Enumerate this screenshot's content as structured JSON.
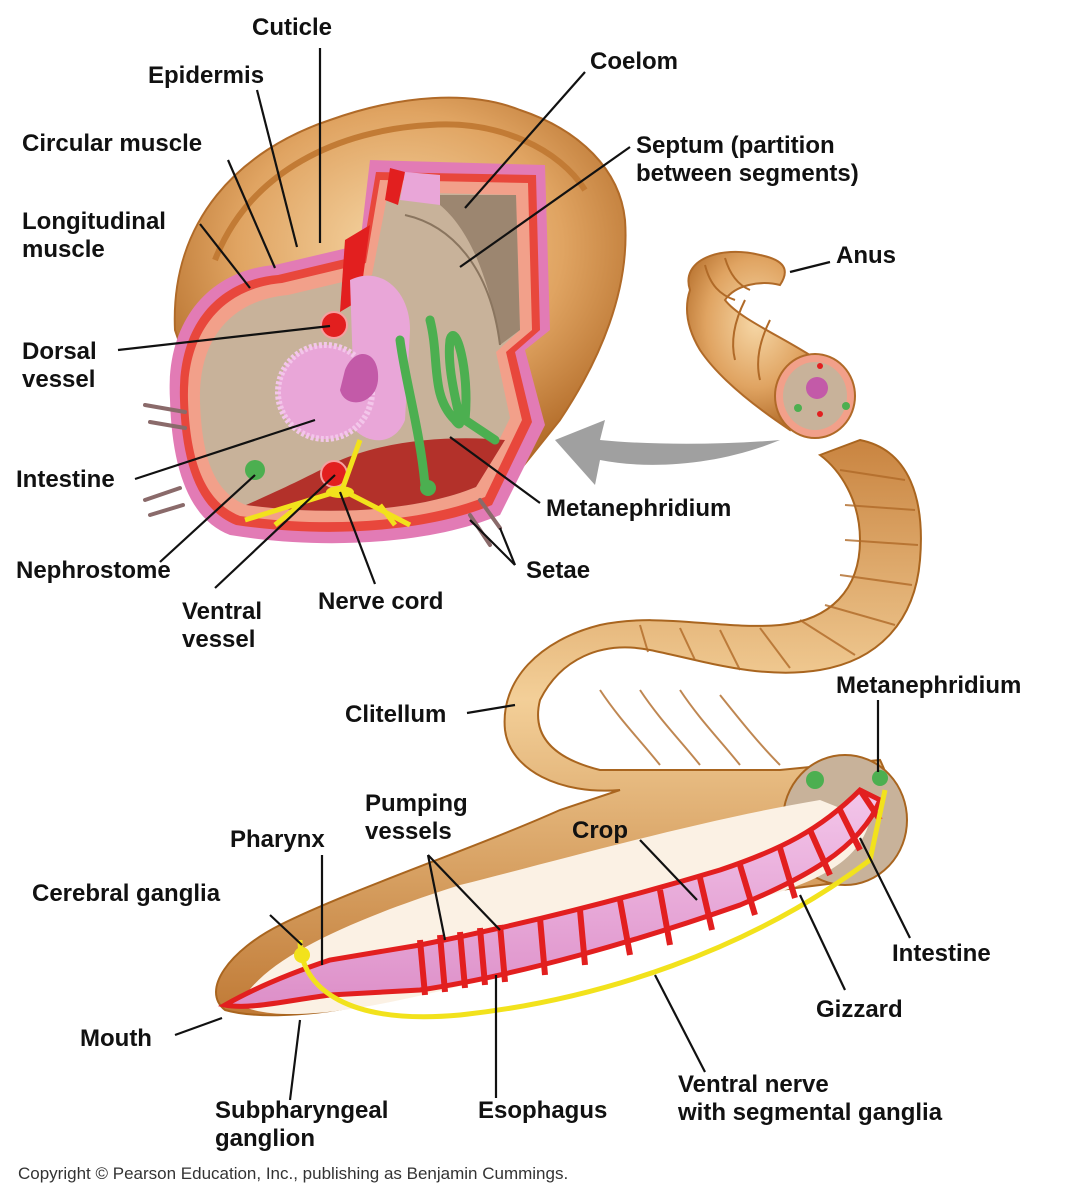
{
  "diagram": {
    "subject": "Earthworm anatomy",
    "colors": {
      "skin": "#d9954a",
      "skin_light": "#f0c88e",
      "skin_dark": "#b06a28",
      "cuticle_pink": "#e27bb5",
      "muscle_red": "#e8473c",
      "muscle_salmon": "#f2a08a",
      "coelom_tan": "#c8b29a",
      "coelom_dark": "#9c8670",
      "intestine_pink": "#e9a6d8",
      "vessel_red": "#e21f1f",
      "nephridium_green": "#4caf50",
      "nerve_yellow": "#f2e21c",
      "arrow_gray": "#a0a0a0",
      "dark_red": "#b3312a"
    },
    "labels": {
      "cuticle": "Cuticle",
      "epidermis": "Epidermis",
      "circular_muscle": "Circular muscle",
      "longitudinal_muscle_1": "Longitudinal",
      "longitudinal_muscle_2": "muscle",
      "coelom": "Coelom",
      "septum_1": "Septum (partition",
      "septum_2": "between segments)",
      "anus": "Anus",
      "dorsal_vessel_1": "Dorsal",
      "dorsal_vessel_2": "vessel",
      "intestine_cross": "Intestine",
      "metanephridium_cross": "Metanephridium",
      "nephrostome": "Nephrostome",
      "setae": "Setae",
      "ventral_vessel_1": "Ventral",
      "ventral_vessel_2": "vessel",
      "nerve_cord": "Nerve cord",
      "clitellum": "Clitellum",
      "metanephridium_body": "Metanephridium",
      "pumping_vessels_1": "Pumping",
      "pumping_vessels_2": "vessels",
      "pharynx": "Pharynx",
      "crop": "Crop",
      "cerebral_ganglia": "Cerebral ganglia",
      "intestine_body": "Intestine",
      "gizzard": "Gizzard",
      "mouth": "Mouth",
      "ventral_nerve_1": "Ventral nerve",
      "ventral_nerve_2": "with segmental ganglia",
      "subpharyngeal_1": "Subpharyngeal",
      "subpharyngeal_2": "ganglion",
      "esophagus": "Esophagus"
    },
    "copyright": "Copyright © Pearson Education, Inc., publishing as Benjamin Cummings."
  }
}
